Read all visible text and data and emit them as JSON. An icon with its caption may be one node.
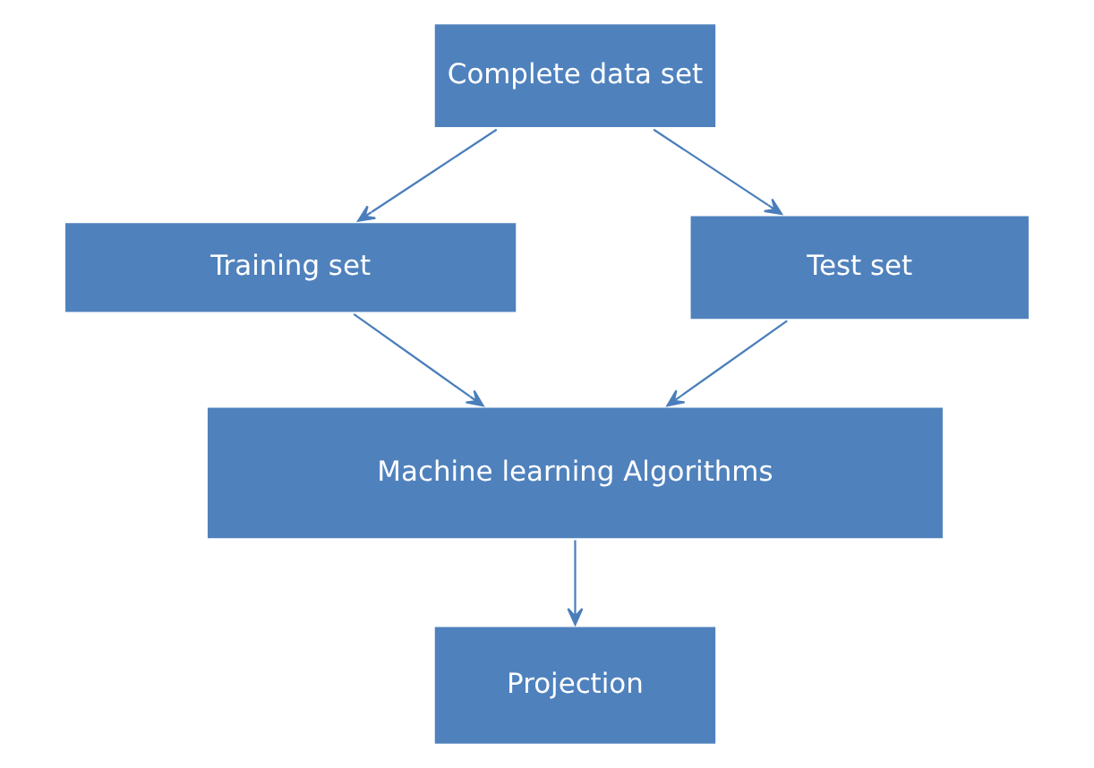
{
  "diagram": {
    "nodes": [
      {
        "text": [
          "Complete data set"
        ]
      },
      {
        "text": [
          "Training set"
        ]
      },
      {
        "text": [
          "Test set"
        ]
      },
      {
        "text": [
          "Machine learning Algorithms"
        ]
      },
      {
        "text": [
          "Projection"
        ]
      }
    ],
    "edges": [
      {
        "from": 0,
        "to": 1,
        "arrow": "to"
      },
      {
        "from": 0,
        "to": 2,
        "arrow": "to"
      },
      {
        "from": 1,
        "to": 3,
        "arrow": "to"
      },
      {
        "from": 2,
        "to": 3,
        "arrow": "to"
      },
      {
        "from": 3,
        "to": 4,
        "arrow": "to"
      }
    ]
  }
}
